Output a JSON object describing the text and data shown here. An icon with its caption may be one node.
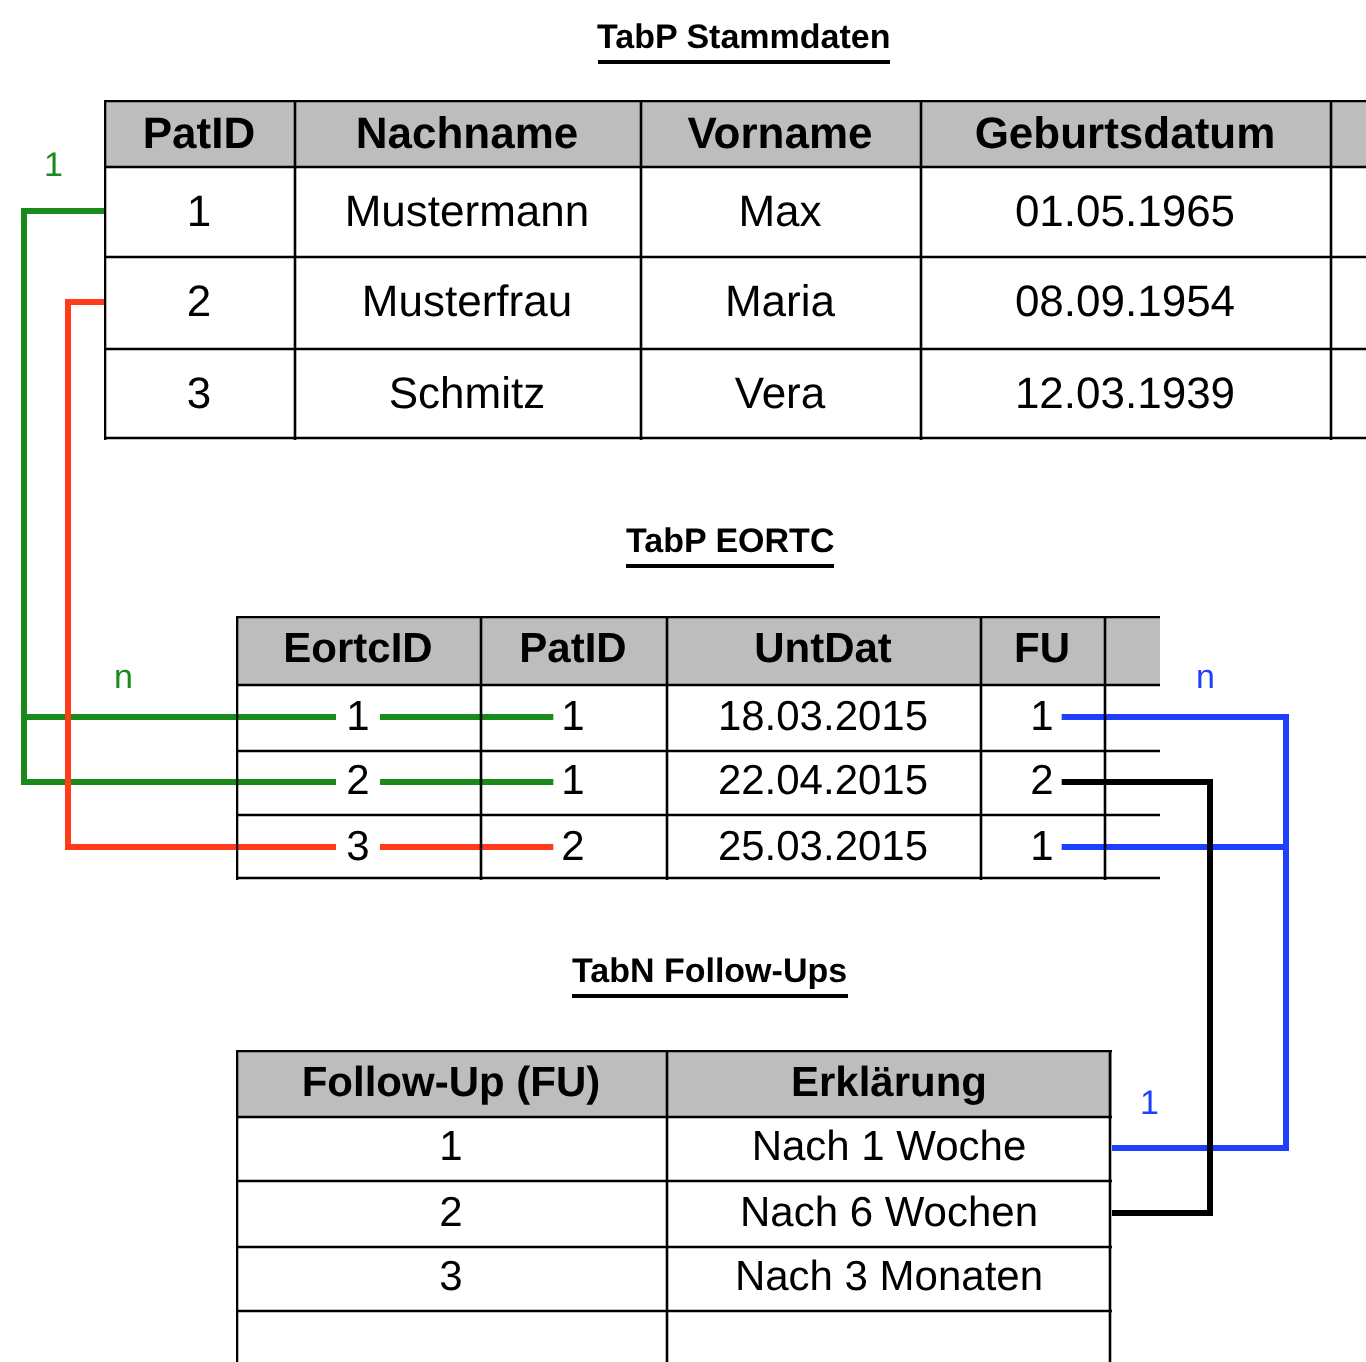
{
  "diagram": {
    "nodes": [
      {
        "text": [
          "TabP Stammdaten"
        ]
      },
      {
        "text": [
          "1"
        ],
        "in": 0
      },
      {
        "text": [
          "2"
        ],
        "in": 0
      },
      {
        "text": [
          "TabP EORTC"
        ]
      },
      {
        "text": [
          "1"
        ],
        "in": 3
      },
      {
        "text": [
          "1"
        ],
        "in": 3
      },
      {
        "text": [
          "2"
        ],
        "in": 3
      },
      {
        "text": [
          "1"
        ],
        "in": 3
      },
      {
        "text": [
          "2"
        ],
        "in": 3
      },
      {
        "text": [
          "1"
        ],
        "in": 3
      },
      {
        "text": [
          "TabN Follow-Ups"
        ]
      },
      {
        "text": [
          "Nach 1 Woche"
        ],
        "in": 10
      },
      {
        "text": [
          "Nach 6 Wochen"
        ],
        "in": 10
      }
    ],
    "edges": [
      {
        "from": 1,
        "to": 4,
        "arrow": "none",
        "color": "#1a8a1a"
      },
      {
        "from": 1,
        "to": 5,
        "arrow": "none",
        "color": "#1a8a1a"
      },
      {
        "from": 2,
        "to": 6,
        "arrow": "none",
        "color": "#ff3b1a"
      },
      {
        "from": 7,
        "to": 11,
        "arrow": "none",
        "color": "#1f3fff"
      },
      {
        "from": 9,
        "to": 11,
        "arrow": "none",
        "color": "#1f3fff"
      },
      {
        "from": 8,
        "to": 12,
        "arrow": "none",
        "color": "#000000"
      }
    ],
    "labels": [
      "1",
      "PatID",
      "Nachname",
      "Vorname",
      "Geburtsdatum",
      "Mustermann",
      "Max",
      "01.05.1965",
      "Musterfrau",
      "Maria",
      "08.09.1954",
      "3",
      "Schmitz",
      "Vera",
      "12.03.1939",
      "n",
      "EortcID",
      "PatID",
      "UntDat",
      "FU",
      "n",
      "1",
      "18.03.2015",
      "2",
      "22.04.2015",
      "3",
      "25.03.2015",
      "Follow-Up (FU)",
      "Erklärung",
      "1",
      "1",
      "2",
      "3",
      "Nach 3 Monaten"
    ]
  }
}
